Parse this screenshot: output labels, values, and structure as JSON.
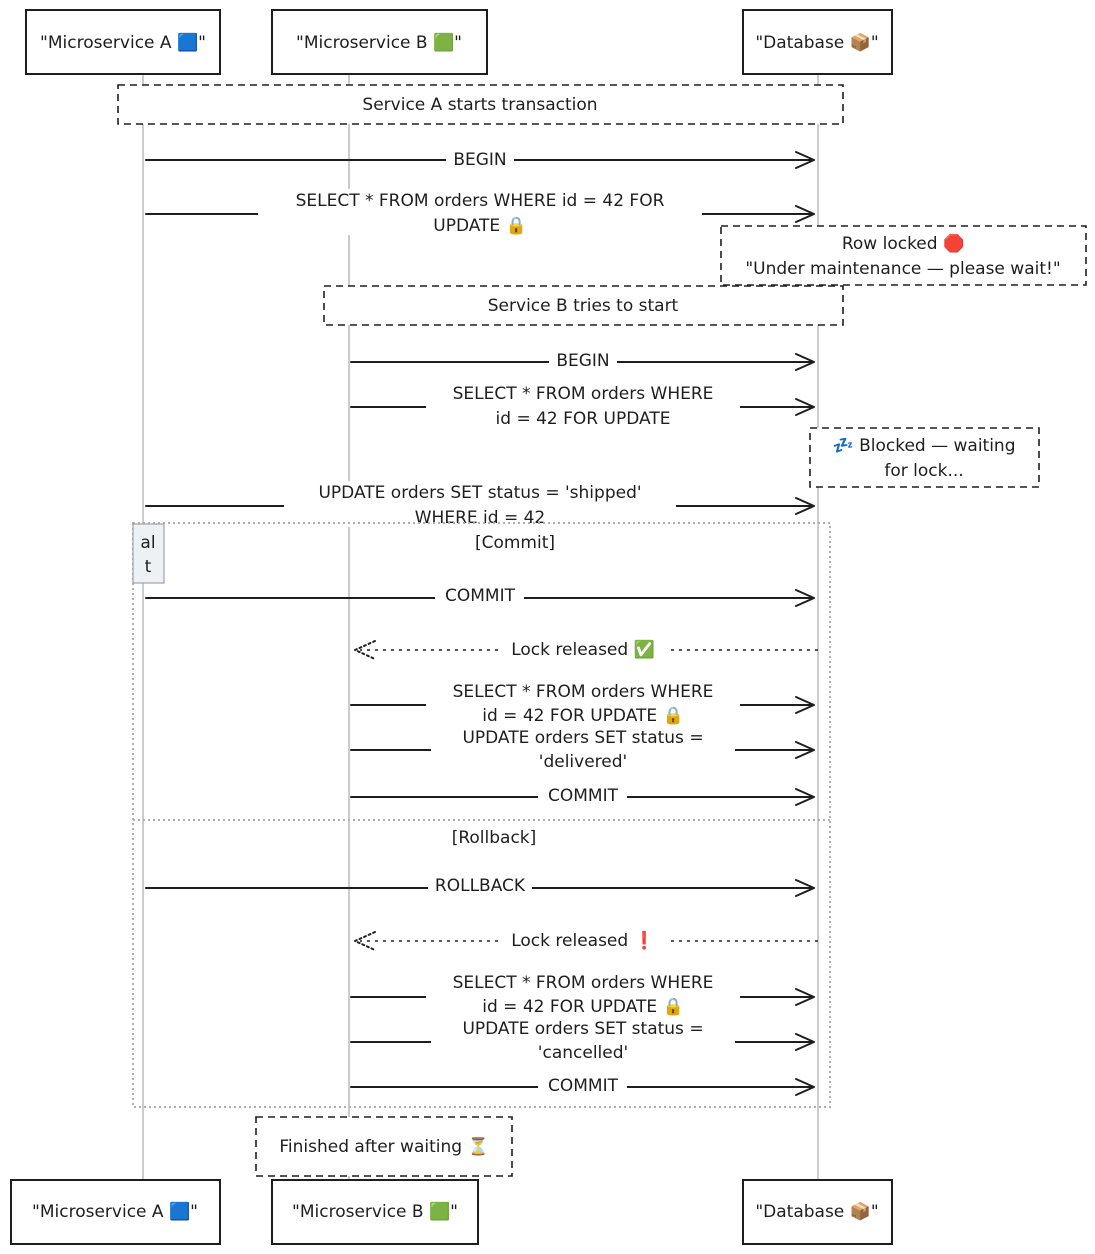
{
  "participants": {
    "a": "\"Microservice A 🟦\"",
    "b": "\"Microservice B 🟩\"",
    "db": "\"Database 📦\""
  },
  "notes": {
    "a_starts": "Service A starts transaction",
    "row_locked": "Row locked 🛑",
    "under_maintenance": "\"Under maintenance — please wait!\"",
    "b_tries": "Service B tries to start",
    "blocked_1": "💤 Blocked — waiting",
    "blocked_2": "for lock...",
    "finished": "Finished after waiting ⏳"
  },
  "messages": {
    "a_begin": "BEGIN",
    "a_select_1": "SELECT * FROM orders WHERE id = 42 FOR",
    "a_select_2": "UPDATE 🔒",
    "b_begin": "BEGIN",
    "b_select_1": "SELECT * FROM orders WHERE",
    "b_select_2": "id = 42 FOR UPDATE",
    "a_update_1": "UPDATE orders SET status = 'shipped'",
    "a_update_2": "WHERE id = 42",
    "a_commit": "COMMIT",
    "lock_released_ok": "Lock released ✅",
    "b_select_ok_1": "SELECT * FROM orders WHERE",
    "b_select_ok_2": "id = 42 FOR UPDATE 🔒",
    "b_update_ok_1": "UPDATE orders SET status =",
    "b_update_ok_2": "'delivered'",
    "b_commit_ok": "COMMIT",
    "a_rollback": "ROLLBACK",
    "lock_released_rb": "Lock released ❗",
    "b_select_rb_1": "SELECT * FROM orders WHERE",
    "b_select_rb_2": "id = 42 FOR UPDATE 🔒",
    "b_update_rb_1": "UPDATE orders SET status =",
    "b_update_rb_2": "'cancelled'",
    "b_commit_rb": "COMMIT"
  },
  "alt": {
    "tag_1": "al",
    "tag_2": "t",
    "commit_cond": "[Commit]",
    "rollback_cond": "[Rollback]"
  }
}
